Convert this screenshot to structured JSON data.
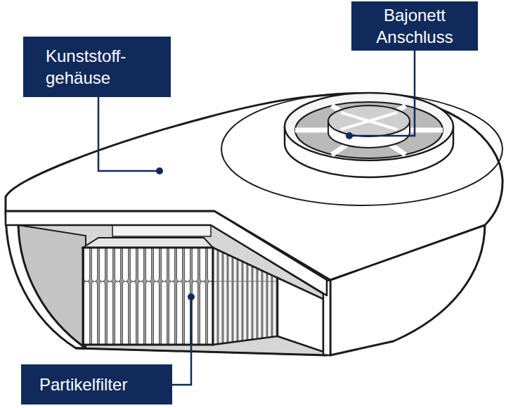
{
  "diagram": {
    "nodes": [
      {
        "text": [
          "Kunststoff- gehäuse"
        ]
      },
      {
        "text": [
          "Bajonett Anschluss"
        ]
      },
      {
        "text": [
          "Partikelfilter"
        ]
      }
    ]
  }
}
